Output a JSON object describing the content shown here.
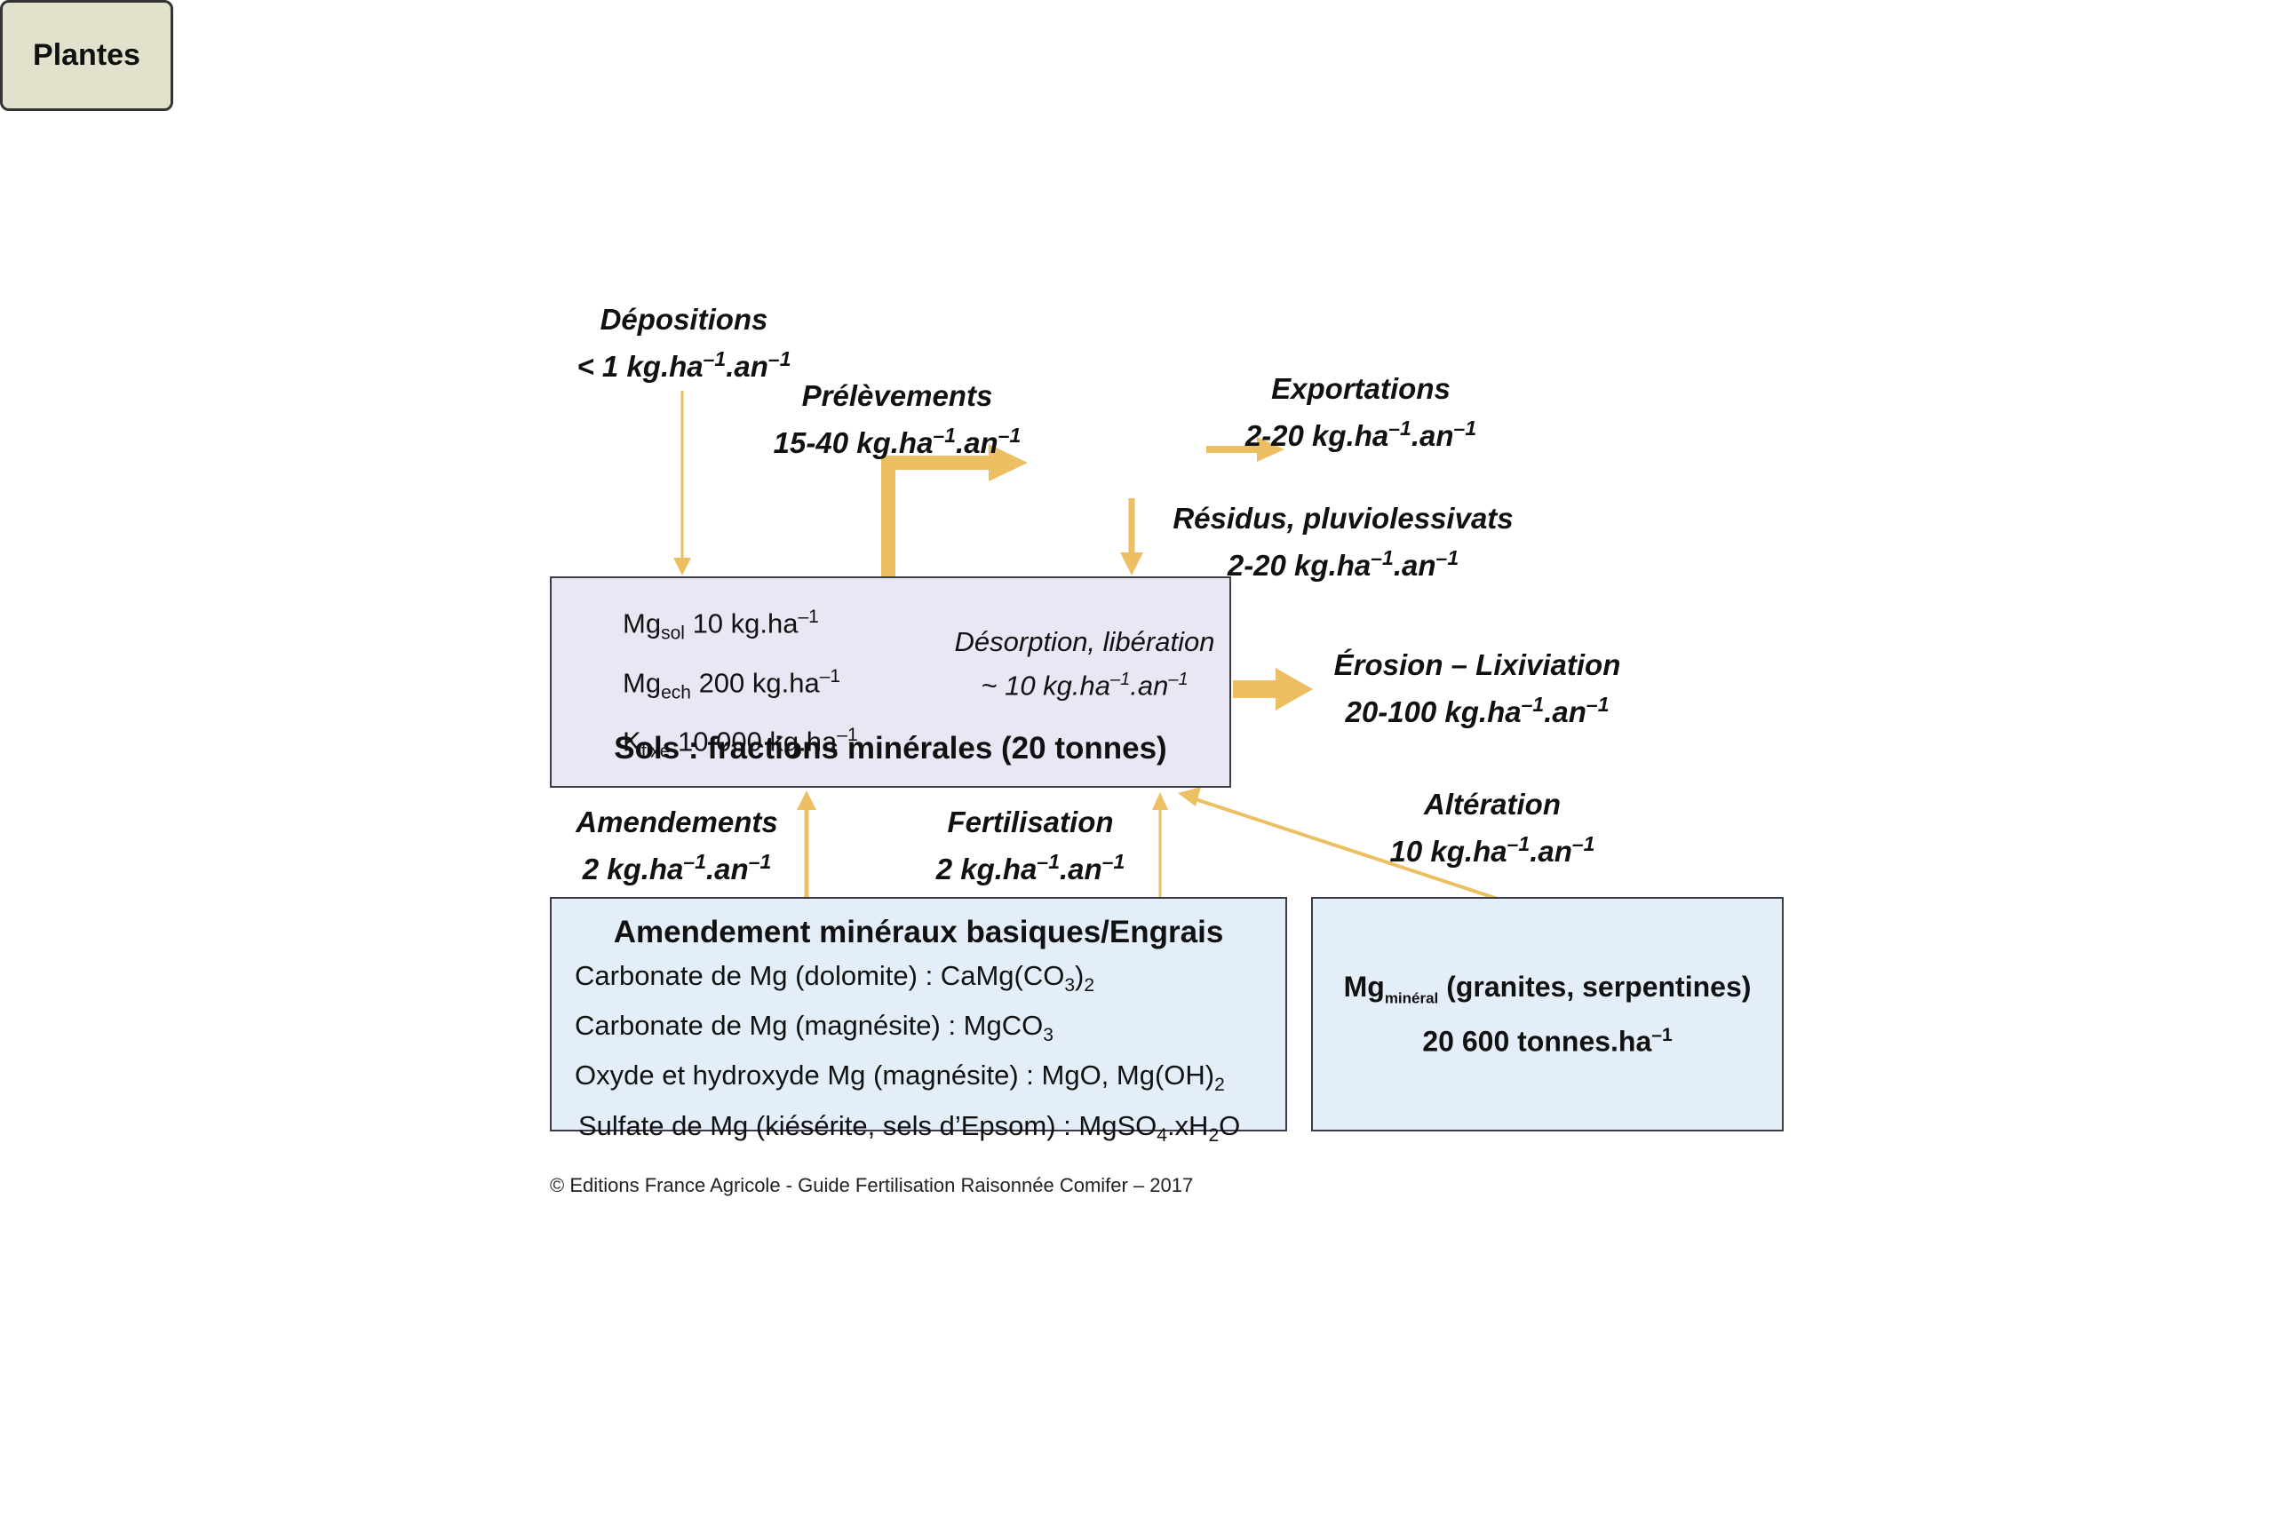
{
  "flows": {
    "depositions": {
      "name": "Dépositions",
      "value": "< 1 kg.ha",
      "exp1": "–1",
      "mid": ".an",
      "exp2": "–1"
    },
    "prelevements": {
      "name": "Prélèvements",
      "value": "15-40 kg.ha",
      "exp1": "–1",
      "mid": ".an",
      "exp2": "–1"
    },
    "exportations": {
      "name": "Exportations",
      "value": "2-20 kg.ha",
      "exp1": "–1",
      "mid": ".an",
      "exp2": "–1"
    },
    "residus": {
      "name": "Résidus, pluviolessivats",
      "value": "2-20 kg.ha",
      "exp1": "–1",
      "mid": ".an",
      "exp2": "–1"
    },
    "erosion": {
      "name": "Érosion – Lixiviation",
      "value": "20-100 kg.ha",
      "exp1": "–1",
      "mid": ".an",
      "exp2": "–1"
    },
    "amendements": {
      "name": "Amendements",
      "value": "2 kg.ha",
      "exp1": "–1",
      "mid": ".an",
      "exp2": "–1"
    },
    "fertilisation": {
      "name": "Fertilisation",
      "value": "2 kg.ha",
      "exp1": "–1",
      "mid": ".an",
      "exp2": "–1"
    },
    "alteration": {
      "name": "Altération",
      "value": "10 kg.ha",
      "exp1": "–1",
      "mid": ".an",
      "exp2": "–1"
    }
  },
  "plantes": {
    "label": "Plantes"
  },
  "sols": {
    "lines": [
      {
        "base": "Mg",
        "sub": "sol",
        "value": "10 kg.ha",
        "sup": "–1"
      },
      {
        "base": "Mg",
        "sub": "ech",
        "value": "200 kg.ha",
        "sup": "–1"
      },
      {
        "base": "K",
        "sub": "fixé",
        "value": "10 000 kg.ha",
        "sup": "–1"
      }
    ],
    "desorption_title": "Désorption, libération",
    "desorption_value": "~ 10 kg.ha",
    "desorption_exp1": "–1",
    "desorption_mid": ".an",
    "desorption_exp2": "–1",
    "title": "Sols : fractions minérales (20 tonnes)"
  },
  "amendement_box": {
    "title": "Amendement minéraux basiques/Engrais",
    "lines": [
      {
        "text": "Carbonate de Mg (dolomite) : CaMg(CO",
        "sub1": "3",
        "text2": ")",
        "sub2": "2",
        "text3": ""
      },
      {
        "text": "Carbonate de Mg (magnésite) : MgCO",
        "sub1": "3",
        "text2": "",
        "sub2": "",
        "text3": ""
      },
      {
        "text": "Oxyde et hydroxyde Mg (magnésite) : MgO, Mg(OH)",
        "sub1": "2",
        "text2": "",
        "sub2": "",
        "text3": ""
      },
      {
        "text": "Sulfate de Mg (kiésérite, sels d’Epsom) : MgSO",
        "sub1": "4",
        "text2": ".xH",
        "sub2": "2",
        "text3": "O"
      }
    ]
  },
  "mg_mineral_box": {
    "base": "Mg",
    "sub": "minéral",
    "rest": " (granites, serpentines)",
    "value": "20 600 tonnes.ha",
    "sup": "–1"
  },
  "credit": "© Editions France Agricole - Guide Fertilisation Raisonnée Comifer – 2017",
  "colors": {
    "arrow": "#edbf63",
    "box_border": "#3b3b4a",
    "plantes_fill": "#e2e1cc",
    "sols_fill": "#e8e7f3",
    "input_fill": "#e4eef8"
  }
}
